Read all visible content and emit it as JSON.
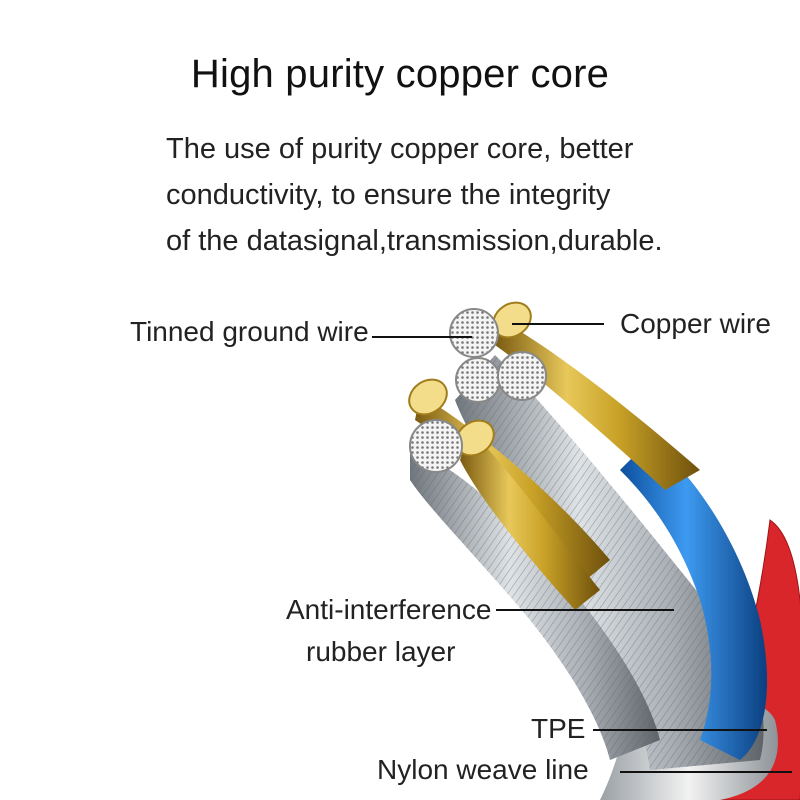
{
  "title": "High purity copper core",
  "description": {
    "lines": [
      "The use of purity copper core, better",
      "conductivity, to ensure the integrity",
      "of the datasignal,transmission,durable."
    ]
  },
  "labels": {
    "tinned_ground_wire": "Tinned ground wire",
    "copper_wire": "Copper wire",
    "anti_interference_1": "Anti-interference",
    "anti_interference_2": "rubber layer",
    "tpe": "TPE",
    "nylon": "Nylon weave line"
  },
  "colors": {
    "copper": "#c9a227",
    "silver": "#b9bec3",
    "blue": "#1f7ad6",
    "green": "#2ca83a",
    "red": "#d8262b"
  }
}
